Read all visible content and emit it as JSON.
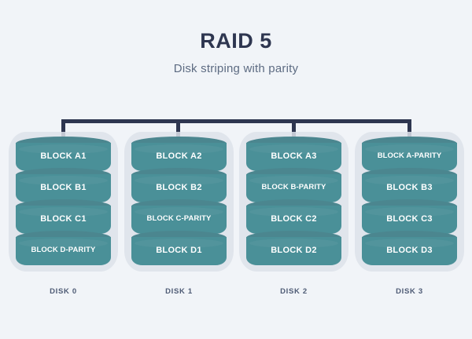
{
  "header": {
    "title": "RAID 5",
    "subtitle": "Disk striping with parity"
  },
  "colors": {
    "background": "#f1f4f8",
    "title": "#2e3650",
    "subtitle": "#5d6b82",
    "bus": "#2e3650",
    "disk_body": "#4a9098",
    "disk_cap": "#4b868f",
    "disk_shell": "#dde2ea",
    "block_label": "#ffffff",
    "caption": "#4e5b75"
  },
  "diagram": {
    "type": "raid-array",
    "bus_label": "controller-bus",
    "disks": [
      {
        "caption": "DISK 0",
        "blocks": [
          {
            "label": "BLOCK A1",
            "parity": false
          },
          {
            "label": "BLOCK B1",
            "parity": false
          },
          {
            "label": "BLOCK C1",
            "parity": false
          },
          {
            "label": "BLOCK D-PARITY",
            "parity": true
          }
        ]
      },
      {
        "caption": "DISK 1",
        "blocks": [
          {
            "label": "BLOCK A2",
            "parity": false
          },
          {
            "label": "BLOCK B2",
            "parity": false
          },
          {
            "label": "BLOCK C-PARITY",
            "parity": true
          },
          {
            "label": "BLOCK D1",
            "parity": false
          }
        ]
      },
      {
        "caption": "DISK 2",
        "blocks": [
          {
            "label": "BLOCK A3",
            "parity": false
          },
          {
            "label": "BLOCK B-PARITY",
            "parity": true
          },
          {
            "label": "BLOCK C2",
            "parity": false
          },
          {
            "label": "BLOCK D2",
            "parity": false
          }
        ]
      },
      {
        "caption": "DISK 3",
        "blocks": [
          {
            "label": "BLOCK A-PARITY",
            "parity": true
          },
          {
            "label": "BLOCK B3",
            "parity": false
          },
          {
            "label": "BLOCK C3",
            "parity": false
          },
          {
            "label": "BLOCK D3",
            "parity": false
          }
        ]
      }
    ]
  }
}
